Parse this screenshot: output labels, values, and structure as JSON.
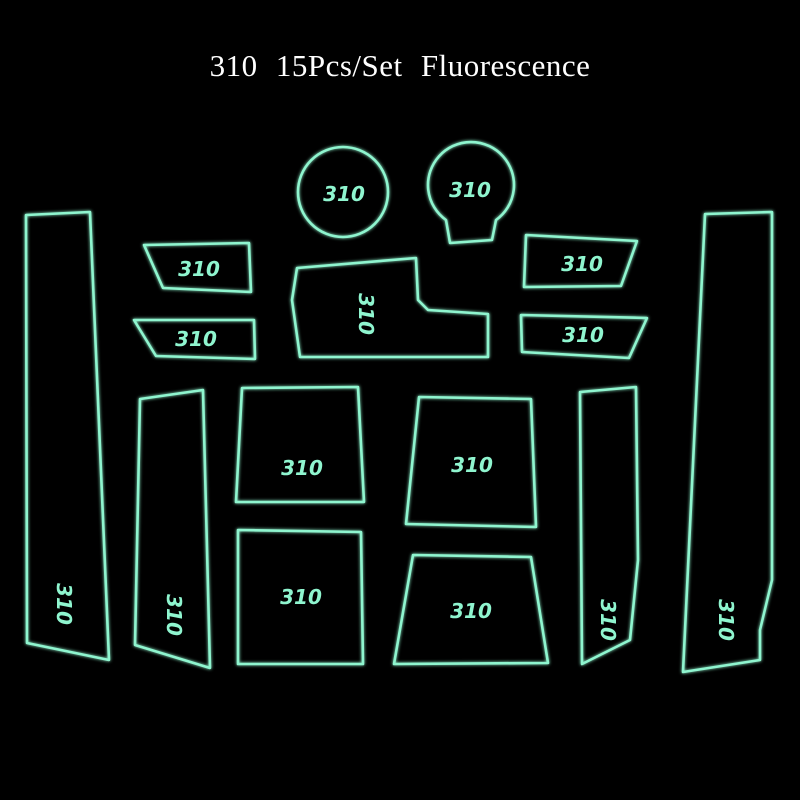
{
  "title": "310   15Pcs/Set   Fluorescence",
  "colors": {
    "background": "#000000",
    "glow": "#8ff5cf",
    "title": "#ffffff"
  },
  "pad_label": "310",
  "pad_count": 15
}
